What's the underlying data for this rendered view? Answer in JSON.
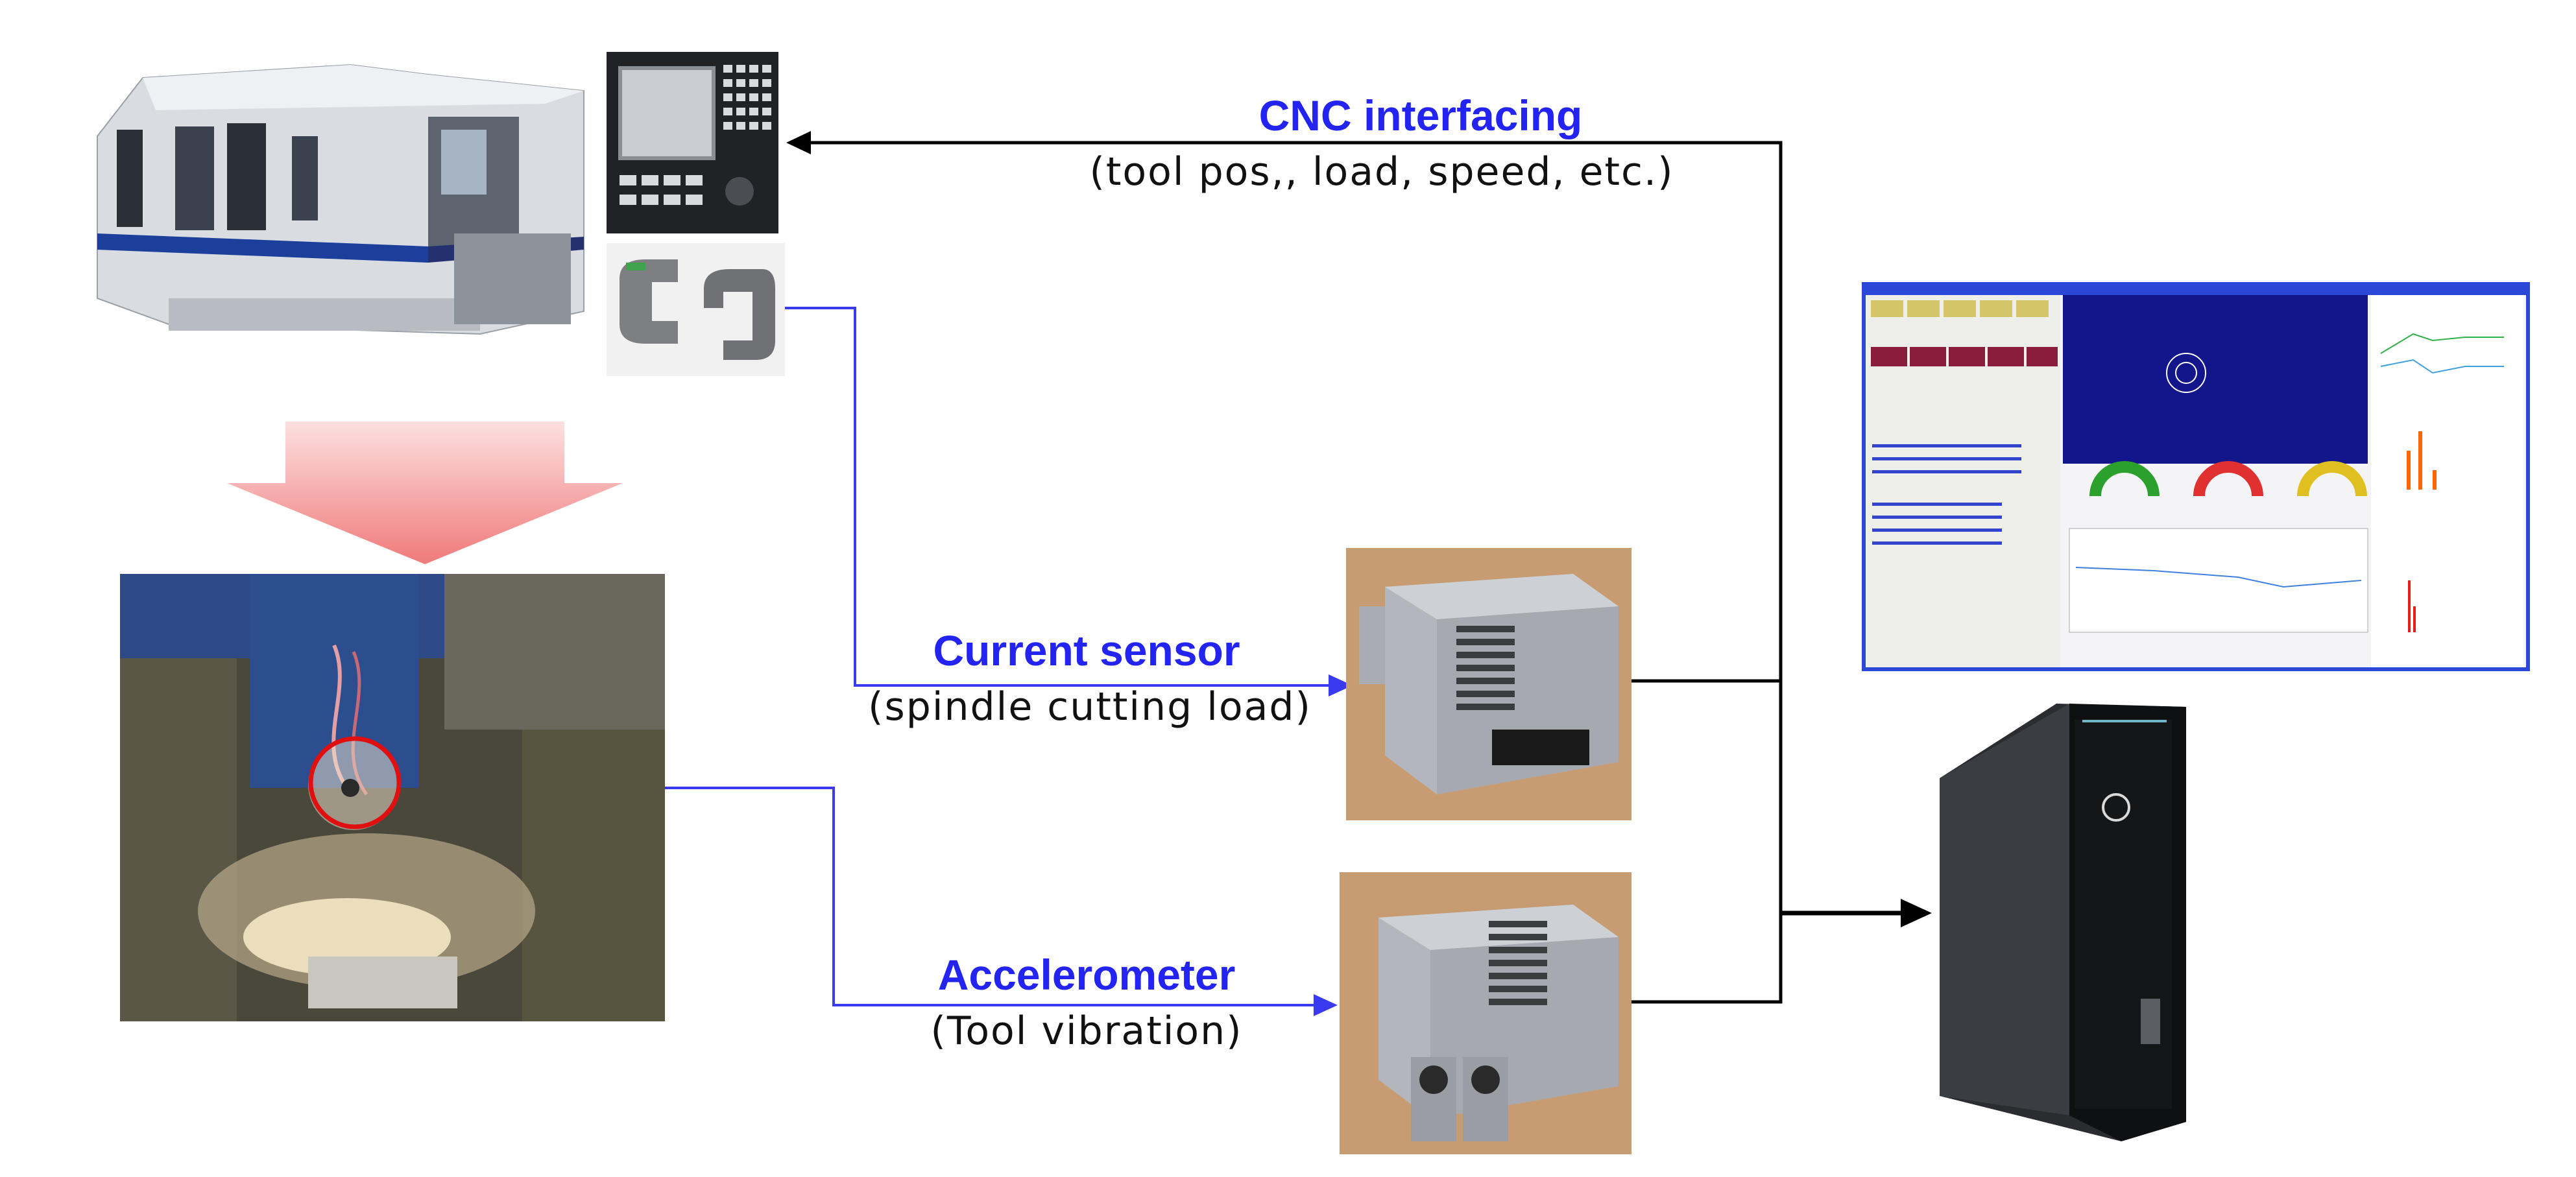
{
  "labels": {
    "cnc": {
      "title": "CNC interfacing",
      "sub": "(tool pos,, load, speed, etc.)"
    },
    "current": {
      "title": "Current sensor",
      "sub": "(spindle cutting load)"
    },
    "accel": {
      "title": "Accelerometer",
      "sub": "(Tool vibration)"
    }
  },
  "images": {
    "machine": "cnc-machining-center",
    "controller": "cnc-controller-panel",
    "clamp": "clamp-current-sensor",
    "spindle": "spindle-cutting-photo",
    "amp1": "current-sensor-amplifier-box",
    "amp2": "accelerometer-amplifier-box",
    "monitor": "monitoring-software-screen",
    "pc": "desktop-pc-tower"
  },
  "colors": {
    "accent_blue": "#2424f2",
    "line_blue": "#3a3af0",
    "line_black": "#000000",
    "arrow_red": "#f08a8a",
    "highlight_circle": "#e01010"
  }
}
